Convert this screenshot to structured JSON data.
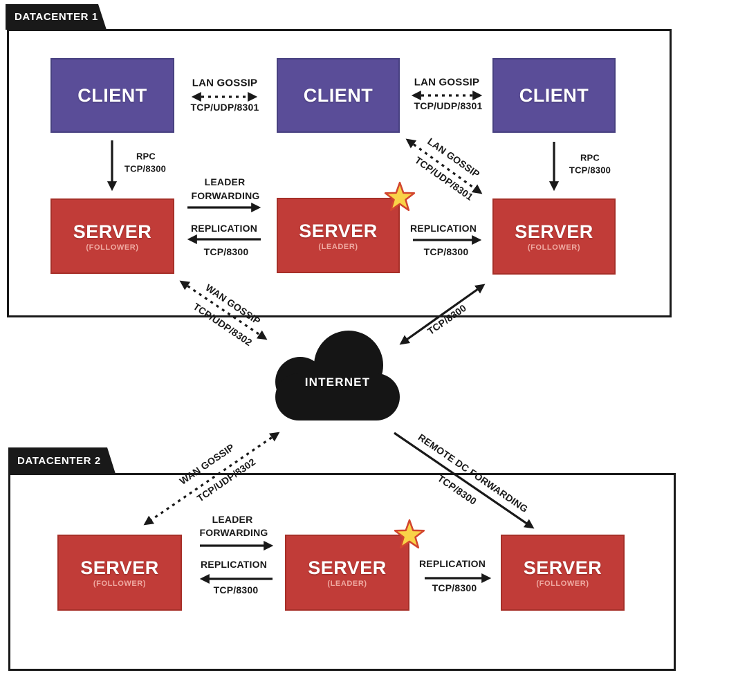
{
  "dc1": {
    "label": "DATACENTER 1",
    "clients": [
      {
        "label": "CLIENT"
      },
      {
        "label": "CLIENT"
      },
      {
        "label": "CLIENT"
      }
    ],
    "servers": [
      {
        "label": "SERVER",
        "role": "(FOLLOWER)"
      },
      {
        "label": "SERVER",
        "role": "(LEADER)",
        "star": true
      },
      {
        "label": "SERVER",
        "role": "(FOLLOWER)"
      }
    ]
  },
  "dc2": {
    "label": "DATACENTER 2",
    "servers": [
      {
        "label": "SERVER",
        "role": "(FOLLOWER)"
      },
      {
        "label": "SERVER",
        "role": "(LEADER)",
        "star": true
      },
      {
        "label": "SERVER",
        "role": "(FOLLOWER)"
      }
    ]
  },
  "internet": {
    "label": "INTERNET"
  },
  "edges": {
    "lan_gossip_a": {
      "label": "LAN GOSSIP",
      "port": "TCP/UDP/8301"
    },
    "lan_gossip_b": {
      "label": "LAN GOSSIP",
      "port": "TCP/UDP/8301"
    },
    "lan_gossip_diagonal": {
      "label": "LAN GOSSIP",
      "port": "TCP/UDP/8301"
    },
    "rpc_left": {
      "label": "RPC",
      "port": "TCP/8300"
    },
    "rpc_right": {
      "label": "RPC",
      "port": "TCP/8300"
    },
    "dc1_leader_forwarding": {
      "line1": "LEADER",
      "line2": "FORWARDING"
    },
    "dc1_replication_left": {
      "label": "REPLICATION",
      "port": "TCP/8300"
    },
    "dc1_replication_right": {
      "label": "REPLICATION",
      "port": "TCP/8300"
    },
    "dc1_wan_gossip": {
      "label": "WAN GOSSIP",
      "port": "TCP/UDP/8302"
    },
    "internet_tcp": {
      "port": "TCP/8300"
    },
    "dc2_wan_gossip": {
      "label": "WAN GOSSIP",
      "port": "TCP/UDP/8302"
    },
    "remote_dc_forwarding": {
      "label": "REMOTE DC FORWARDING",
      "port": "TCP/8300"
    },
    "dc2_leader_forwarding": {
      "line1": "LEADER",
      "line2": "FORWARDING"
    },
    "dc2_replication_left": {
      "label": "REPLICATION",
      "port": "TCP/8300"
    },
    "dc2_replication_right": {
      "label": "REPLICATION",
      "port": "TCP/8300"
    }
  },
  "colors": {
    "client_fill": "#5a4d98",
    "client_border": "#474080",
    "server_fill": "#c13c38",
    "server_border": "#a62f28",
    "server_role_text": "#efaaa2",
    "line_black": "#191919",
    "star_fill": "#f9d348",
    "star_stroke": "#d2452f",
    "background": "#ffffff"
  }
}
